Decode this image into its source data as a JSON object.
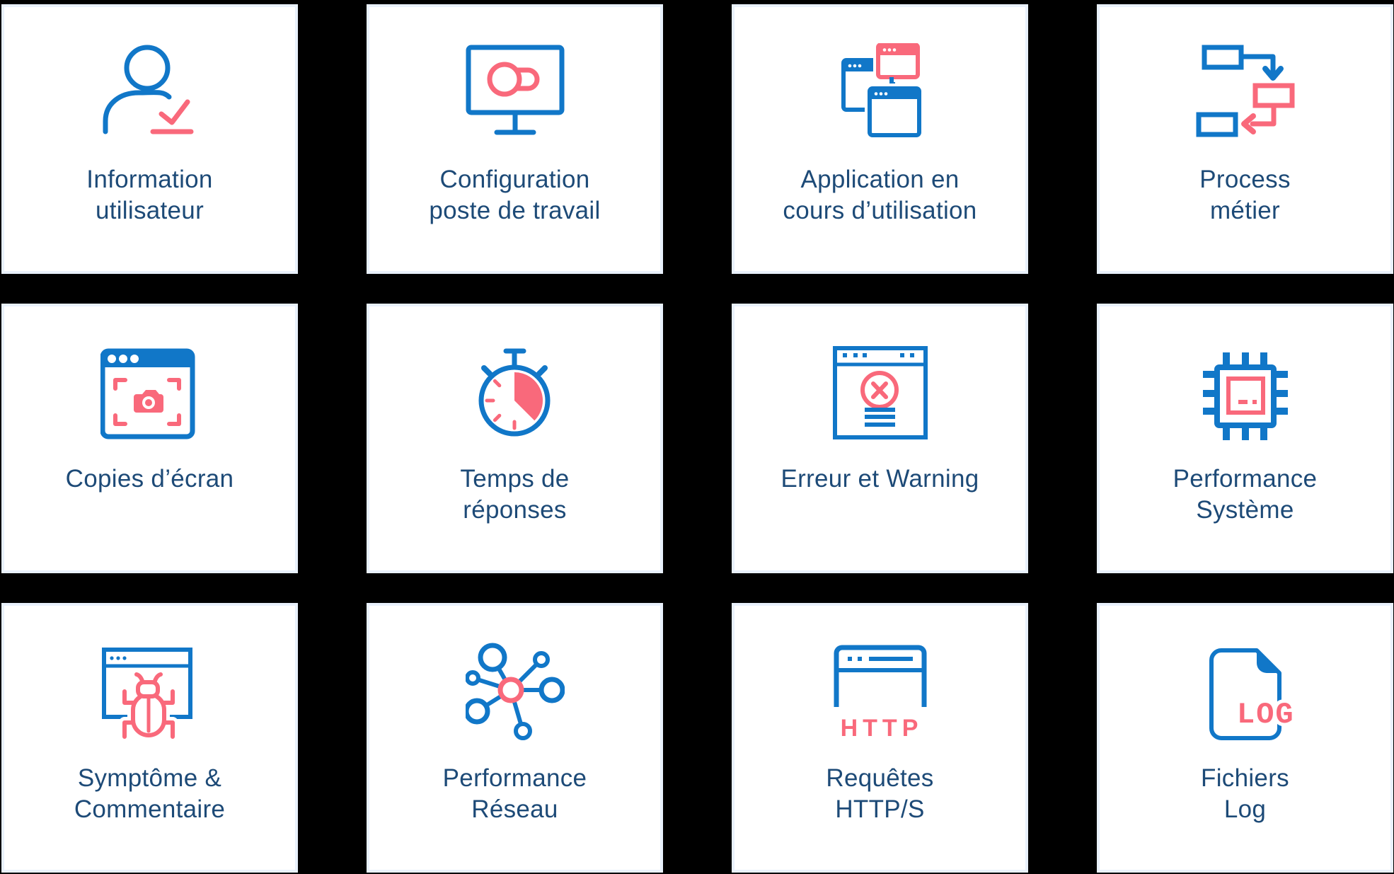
{
  "colors": {
    "icon_blue": "#1177c8",
    "icon_red": "#f9697b",
    "label_navy": "#1d4a77",
    "card_border": "#e9f1fc",
    "card_bg": "#ffffff",
    "page_bg": "#000000"
  },
  "icon_texts": {
    "http": "HTTP",
    "log": "LOG"
  },
  "cards": [
    {
      "label": "Information\nutilisateur",
      "icon": "user-check-icon"
    },
    {
      "label": "Configuration\nposte de travail",
      "icon": "monitor-toggle-icon"
    },
    {
      "label": "Application en\ncours d’utilisation",
      "icon": "app-windows-icon"
    },
    {
      "label": "Process\nmétier",
      "icon": "flowchart-icon"
    },
    {
      "label": "Copies d’écran",
      "icon": "screenshot-window-icon"
    },
    {
      "label": "Temps de\nréponses",
      "icon": "stopwatch-icon"
    },
    {
      "label": "Erreur et Warning",
      "icon": "error-window-icon"
    },
    {
      "label": "Performance\nSystème",
      "icon": "cpu-icon"
    },
    {
      "label": "Symptôme &\nCommentaire",
      "icon": "bug-window-icon"
    },
    {
      "label": "Performance\nRéseau",
      "icon": "network-icon"
    },
    {
      "label": "Requêtes\nHTTP/S",
      "icon": "http-window-icon"
    },
    {
      "label": "Fichiers\nLog",
      "icon": "log-file-icon"
    }
  ]
}
